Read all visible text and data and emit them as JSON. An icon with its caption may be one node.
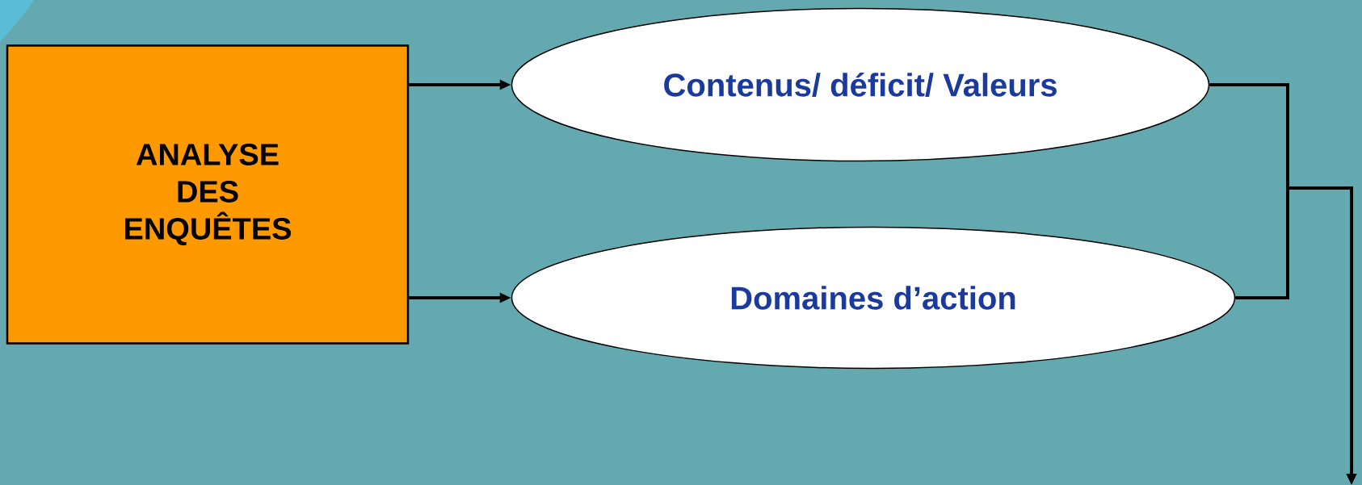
{
  "diagram": {
    "nodes": [
      {
        "text": [
          "ANALYSE DES ENQUÊTES"
        ]
      },
      {
        "text": [
          "Contenus/ déficit/ Valeurs"
        ]
      },
      {
        "text": [
          "Domaines d’action"
        ]
      }
    ],
    "edges": [
      {
        "from": 0,
        "to": 1,
        "arrow": "to"
      },
      {
        "from": 0,
        "to": 2,
        "arrow": "to"
      },
      {
        "from": 1,
        "to": null,
        "arrow": "to"
      },
      {
        "from": 2,
        "to": null,
        "arrow": "to"
      }
    ]
  }
}
